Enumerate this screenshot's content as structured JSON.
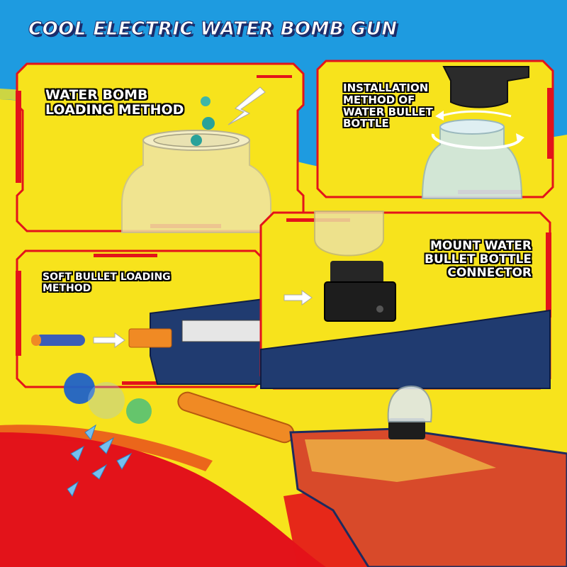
{
  "title": "COOL ELECTRIC WATER BOMB GUN",
  "panels": {
    "water_bomb": {
      "label_lines": [
        "WATER BOMB",
        "LOADING METHOD"
      ]
    },
    "installation": {
      "label_lines": [
        "INSTALLATION",
        "METHOD OF",
        "WATER BULLET",
        "BOTTLE"
      ]
    },
    "soft_bullet": {
      "label_lines": [
        "SOFT BULLET LOADING",
        "METHOD"
      ]
    },
    "mount": {
      "label_lines": [
        "MOUNT WATER",
        "BULLET BOTTLE",
        "CONNECTOR"
      ]
    }
  },
  "colors": {
    "background_yellow": "#f7e31c",
    "sky_blue": "#1e9be0",
    "frame_red": "#e3131a",
    "floor_red": "#e3131a",
    "title_outline": "#1a2c6b"
  },
  "icons": [
    "arrow-icon",
    "rotate-arrows-icon",
    "water-bead-icon",
    "foam-dart-icon"
  ]
}
